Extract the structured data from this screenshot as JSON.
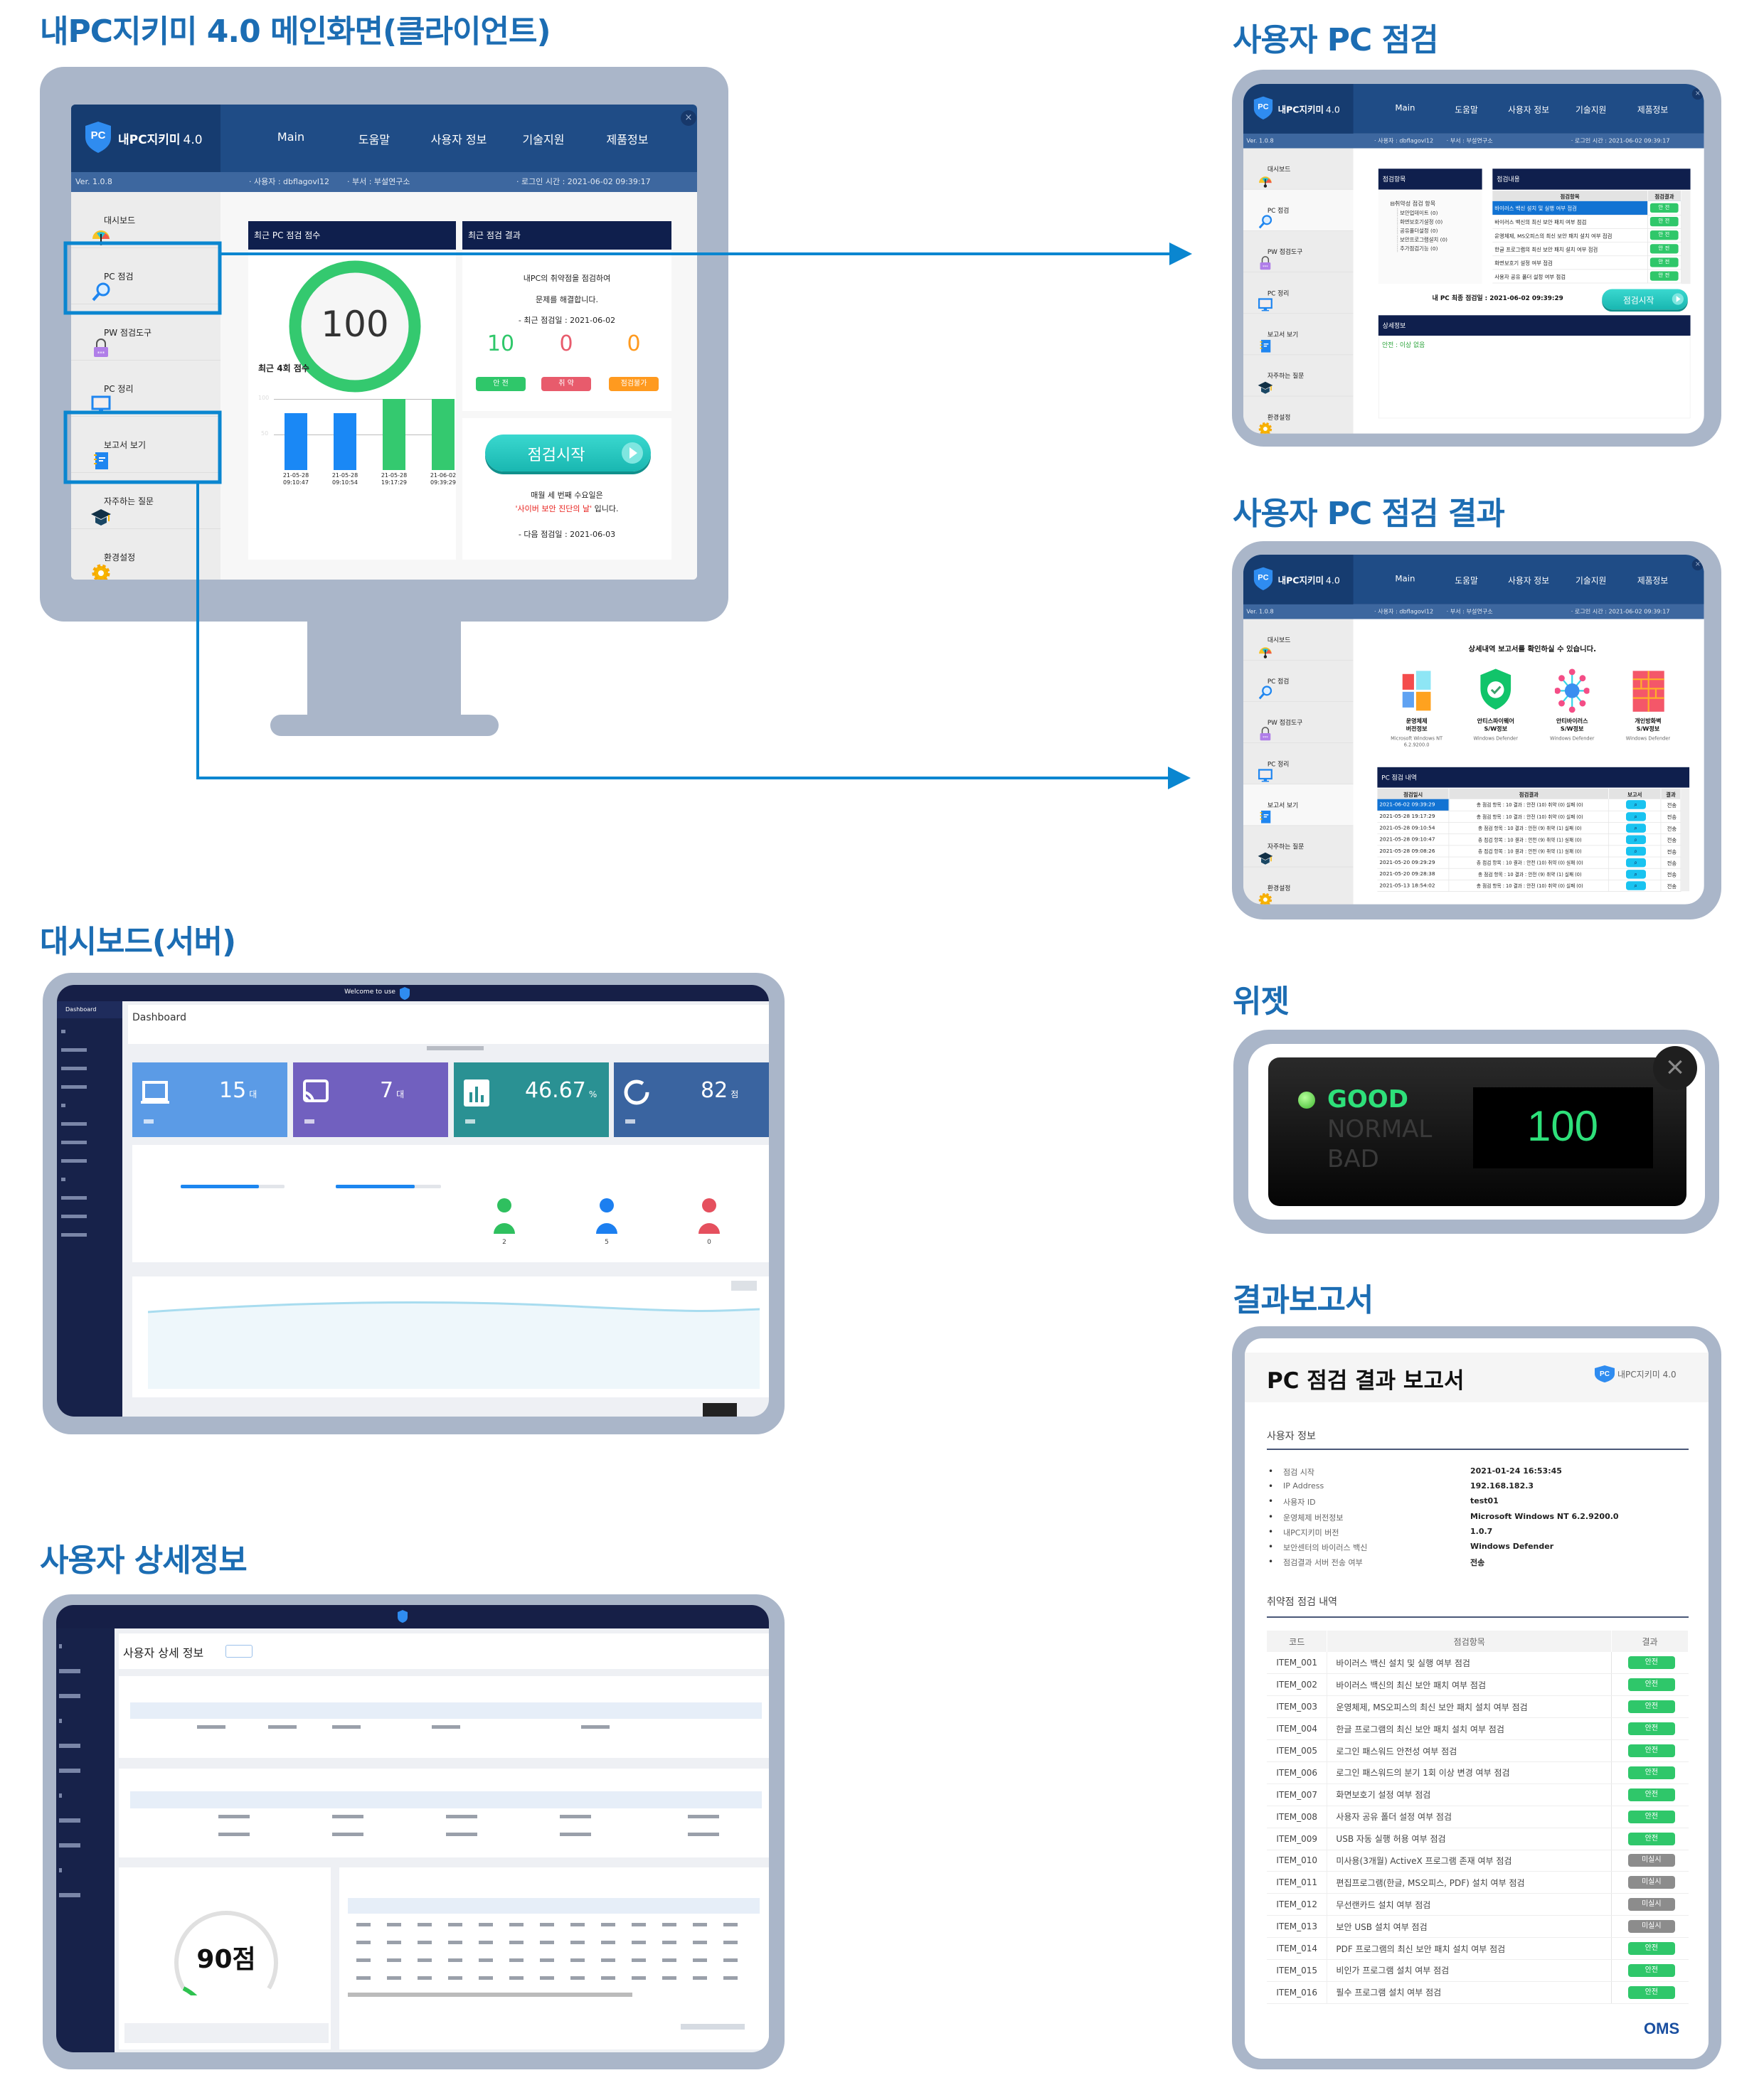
{
  "titles": {
    "client": "내PC지키미 4.0 메인화면(클라이언트)",
    "pc_check": "사용자 PC 점검",
    "pc_result": "사용자 PC 점검 결과",
    "server_dashboard": "대시보드(서버)",
    "widget": "위젯",
    "report": "결과보고서",
    "user_detail": "사용자 상세정보"
  },
  "colors": {
    "title": "#1c6db3",
    "header": "#1f4c86",
    "panel_header": "#0f1f4d",
    "safe": "#2fc76a",
    "weak": "#e85b6c",
    "unable": "#ff9a1f",
    "highlight": "#0a86d0",
    "frame": "#aab6c9"
  },
  "client": {
    "logo_text": "PC",
    "app_name": "내PC지키미",
    "app_version": "4.0",
    "nav": [
      "Main",
      "도움말",
      "사용자 정보",
      "기술지원",
      "제품정보"
    ],
    "close": "×",
    "version": "Ver. 1.0.8",
    "user": "· 사용자 : dbflagovl12",
    "dept": "· 부서 : 부설연구소",
    "login": "· 로그인 시간 : 2021-06-02 09:39:17",
    "sidebar": [
      {
        "label": "대시보드",
        "icon": "dashboard-gauge"
      },
      {
        "label": "PC 점검",
        "icon": "magnifier"
      },
      {
        "label": "PW 점검도구",
        "icon": "lock"
      },
      {
        "label": "PC 정리",
        "icon": "monitor"
      },
      {
        "label": "보고서 보기",
        "icon": "notebook"
      },
      {
        "label": "자주하는 질문",
        "icon": "graduation-cap"
      },
      {
        "label": "환경설정",
        "icon": "gear"
      }
    ]
  },
  "main": {
    "score_header": "최근 PC 점검 점수",
    "result_header": "최근 점검 결과",
    "score": "100",
    "recent_label": "최근 4회 점수",
    "recent_scores": {
      "ylim": [
        0,
        100
      ],
      "ticks": [
        "100",
        "50"
      ],
      "bars": [
        {
          "date": "21-05-28",
          "time": "09:10:47",
          "value": 80,
          "color": "#1a88f5"
        },
        {
          "date": "21-05-28",
          "time": "09:10:54",
          "value": 80,
          "color": "#1a88f5"
        },
        {
          "date": "21-05-28",
          "time": "19:17:29",
          "value": 100,
          "color": "#34c96f"
        },
        {
          "date": "21-06-02",
          "time": "09:39:29",
          "value": 100,
          "color": "#34c96f"
        }
      ]
    },
    "desc_line1": "내PC의 취약점을 점검하여",
    "desc_line2": "문제를 해결합니다.",
    "last_date": "- 최근 점검일 : 2021-06-02",
    "counts": [
      {
        "value": "10",
        "label": "안 전",
        "color": "#2fc76a"
      },
      {
        "value": "0",
        "label": "취 약",
        "color": "#e85b6c"
      },
      {
        "value": "0",
        "label": "점검불가",
        "color": "#ff9a1f"
      }
    ],
    "start_button": "점검시작",
    "notice_line1": "매월 세 번째 수요일은",
    "notice_red": "'사이버 보안 진단의 날'",
    "notice_tail": " 입니다.",
    "next_date": "- 다음 점검일 : 2021-06-03"
  },
  "pc_check": {
    "items_header": "점검항목",
    "content_header": "점검내용",
    "tree_root": "취약성 점검 항목",
    "tree": [
      "보안업데이트 (0)",
      "화면보호기설정 (0)",
      "공유폴더설정 (0)",
      "보안프로그램설치 (0)",
      "추가점검기능 (0)"
    ],
    "columns": [
      "점검항목",
      "점검결과"
    ],
    "rows": [
      {
        "item": "바이러스 백신 설치 및 실행 여부 점검",
        "result": "안 전",
        "selected": true
      },
      {
        "item": "바이러스 백신의 최신 보안 패치 여부 점검",
        "result": "안 전"
      },
      {
        "item": "운영체제, MS오피스의 최신 보안 패치 설치 여부 점검",
        "result": "안 전"
      },
      {
        "item": "한글 프로그램의 최신 보안 패치 설치 여부 점검",
        "result": "안 전"
      },
      {
        "item": "화면보호기 설정 여부 점검",
        "result": "안 전"
      },
      {
        "item": "사용자 공유 폴더 설정 여부 점검",
        "result": "안 전"
      }
    ],
    "last_check": "내 PC 최종 점검일 : 2021-06-02 09:39:29",
    "start_button": "점검시작",
    "detail_header": "상세정보",
    "detail_text": "안전 : 이상 없음"
  },
  "pc_result": {
    "intro": "상세내역 보고서를 확인하실 수 있습니다.",
    "cards": [
      {
        "icon": "windows-logo",
        "title1": "운영체제",
        "title2": "버전정보",
        "sub1": "Microsoft Windows NT",
        "sub2": "6.2.9200.0"
      },
      {
        "icon": "shield-check",
        "title1": "안티스파이웨어",
        "title2": "S/W정보",
        "sub1": "Windows Defender",
        "sub2": ""
      },
      {
        "icon": "virus",
        "title1": "안티바이러스",
        "title2": "S/W정보",
        "sub1": "Windows Defender",
        "sub2": ""
      },
      {
        "icon": "firewall-bricks",
        "title1": "개인방화벽",
        "title2": "S/W정보",
        "sub1": "Windows Defender",
        "sub2": ""
      }
    ],
    "history_header": "PC 점검 내역",
    "columns": [
      "점검일시",
      "점검결과",
      "보고서",
      "결과"
    ],
    "rows": [
      {
        "date": "2021-06-02 09:39:29",
        "result": "총 점검 항목 : 10 결과 : 안전 (10) 취약 (0) 실패 (0)",
        "status": "전송",
        "selected": true
      },
      {
        "date": "2021-05-28 19:17:29",
        "result": "총 점검 항목 : 10 결과 : 안전 (10) 취약 (0) 실패 (0)",
        "status": "전송"
      },
      {
        "date": "2021-05-28 09:10:54",
        "result": "총 점검 항목 : 10 결과 : 안전 (9) 취약 (1) 실패 (0)",
        "status": "전송"
      },
      {
        "date": "2021-05-28 09:10:47",
        "result": "총 점검 항목 : 10 결과 : 안전 (9) 취약 (1) 실패 (0)",
        "status": "전송"
      },
      {
        "date": "2021-05-28 09:08:26",
        "result": "총 점검 항목 : 10 결과 : 안전 (9) 취약 (1) 실패 (0)",
        "status": "전송"
      },
      {
        "date": "2021-05-20 09:29:29",
        "result": "총 점검 항목 : 10 결과 : 안전 (10) 취약 (0) 실패 (0)",
        "status": "전송"
      },
      {
        "date": "2021-05-20 09:28:38",
        "result": "총 점검 항목 : 10 결과 : 안전 (9) 취약 (1) 실패 (0)",
        "status": "전송"
      },
      {
        "date": "2021-05-13 18:54:02",
        "result": "총 점검 항목 : 10 결과 : 안전 (10) 취약 (0) 실패 (0)",
        "status": "전송"
      }
    ]
  },
  "server": {
    "welcome": "Welcome to use",
    "sidebar_active": "Dashboard",
    "title": "Dashboard",
    "cards": [
      {
        "value": "15",
        "unit": "대",
        "color": "#5b9be6",
        "icon": "laptop"
      },
      {
        "value": "7",
        "unit": "대",
        "color": "#7160bf",
        "icon": "cast"
      },
      {
        "value": "46.67",
        "unit": "%",
        "color": "#2a9193",
        "icon": "bar-chart"
      },
      {
        "value": "82",
        "unit": "점",
        "color": "#3a64a0",
        "icon": "ring"
      }
    ],
    "progress": [
      0.75,
      0.75
    ],
    "persons": [
      {
        "count": "2",
        "color": "#2fc05f"
      },
      {
        "count": "5",
        "color": "#1c7ff0"
      },
      {
        "count": "0",
        "color": "#e5505e"
      }
    ]
  },
  "user_detail": {
    "title": "사용자 상세 정보",
    "score": "90점",
    "score_fraction": 0.9
  },
  "widget": {
    "levels": [
      "GOOD",
      "NORMAL",
      "BAD"
    ],
    "active_level": 0,
    "score": "100"
  },
  "report": {
    "title": "PC 점검 결과 보고서",
    "logo_text": "PC",
    "brand": "내PC지키미 4.0",
    "user_section": "사용자 정보",
    "info": [
      {
        "label": "점검 시작",
        "value": "2021-01-24 16:53:45"
      },
      {
        "label": "IP Address",
        "value": "192.168.182.3"
      },
      {
        "label": "사용자 ID",
        "value": "test01"
      },
      {
        "label": "운영체제 버전정보",
        "value": "Microsoft Windows NT 6.2.9200.0"
      },
      {
        "label": "내PC지키미 버전",
        "value": "1.0.7"
      },
      {
        "label": "보안센터의 바이러스 백신",
        "value": "Windows Defender"
      },
      {
        "label": "점검결과 서버 전송 여부",
        "value": "전송"
      }
    ],
    "vuln_section": "취약점 점검 내역",
    "columns": [
      "코드",
      "점검항목",
      "결과"
    ],
    "items": [
      {
        "code": "ITEM_001",
        "name": "바이러스 백신 설치 및 실행 여부 점검",
        "result": "안전"
      },
      {
        "code": "ITEM_002",
        "name": "바이러스 백신의 최신 보안 패치 여부 점검",
        "result": "안전"
      },
      {
        "code": "ITEM_003",
        "name": "운영체제, MS오피스의 최신 보안 패치 설치 여부 점검",
        "result": "안전"
      },
      {
        "code": "ITEM_004",
        "name": "한글 프로그램의 최신 보안 패치 설치 여부 점검",
        "result": "안전"
      },
      {
        "code": "ITEM_005",
        "name": "로그인 패스워드 안전성 여부 점검",
        "result": "안전"
      },
      {
        "code": "ITEM_006",
        "name": "로그인 패스워드의 분기 1회 이상 변경 여부 점검",
        "result": "안전"
      },
      {
        "code": "ITEM_007",
        "name": "화면보호기 설정 여부 점검",
        "result": "안전"
      },
      {
        "code": "ITEM_008",
        "name": "사용자 공유 폴더 설정 여부 점검",
        "result": "안전"
      },
      {
        "code": "ITEM_009",
        "name": "USB 자동 실행 허용 여부 점검",
        "result": "안전"
      },
      {
        "code": "ITEM_010",
        "name": "미사용(3개월) ActiveX 프로그램 존재 여부 점검",
        "result": "미실시"
      },
      {
        "code": "ITEM_011",
        "name": "편집프로그램(한글, MS오피스, PDF) 설치 여부 점검",
        "result": "미실시"
      },
      {
        "code": "ITEM_012",
        "name": "무선랜카드 설치 여부 점검",
        "result": "미실시"
      },
      {
        "code": "ITEM_013",
        "name": "보안 USB 설치 여부 점검",
        "result": "미실시"
      },
      {
        "code": "ITEM_014",
        "name": "PDF 프로그램의 최신 보안 패치 설치 여부 점검",
        "result": "안전"
      },
      {
        "code": "ITEM_015",
        "name": "비인가 프로그램 설치 여부 점검",
        "result": "안전"
      },
      {
        "code": "ITEM_016",
        "name": "필수 프로그램 설치 여부 점검",
        "result": "안전"
      }
    ],
    "footer_logo": "OMS"
  }
}
